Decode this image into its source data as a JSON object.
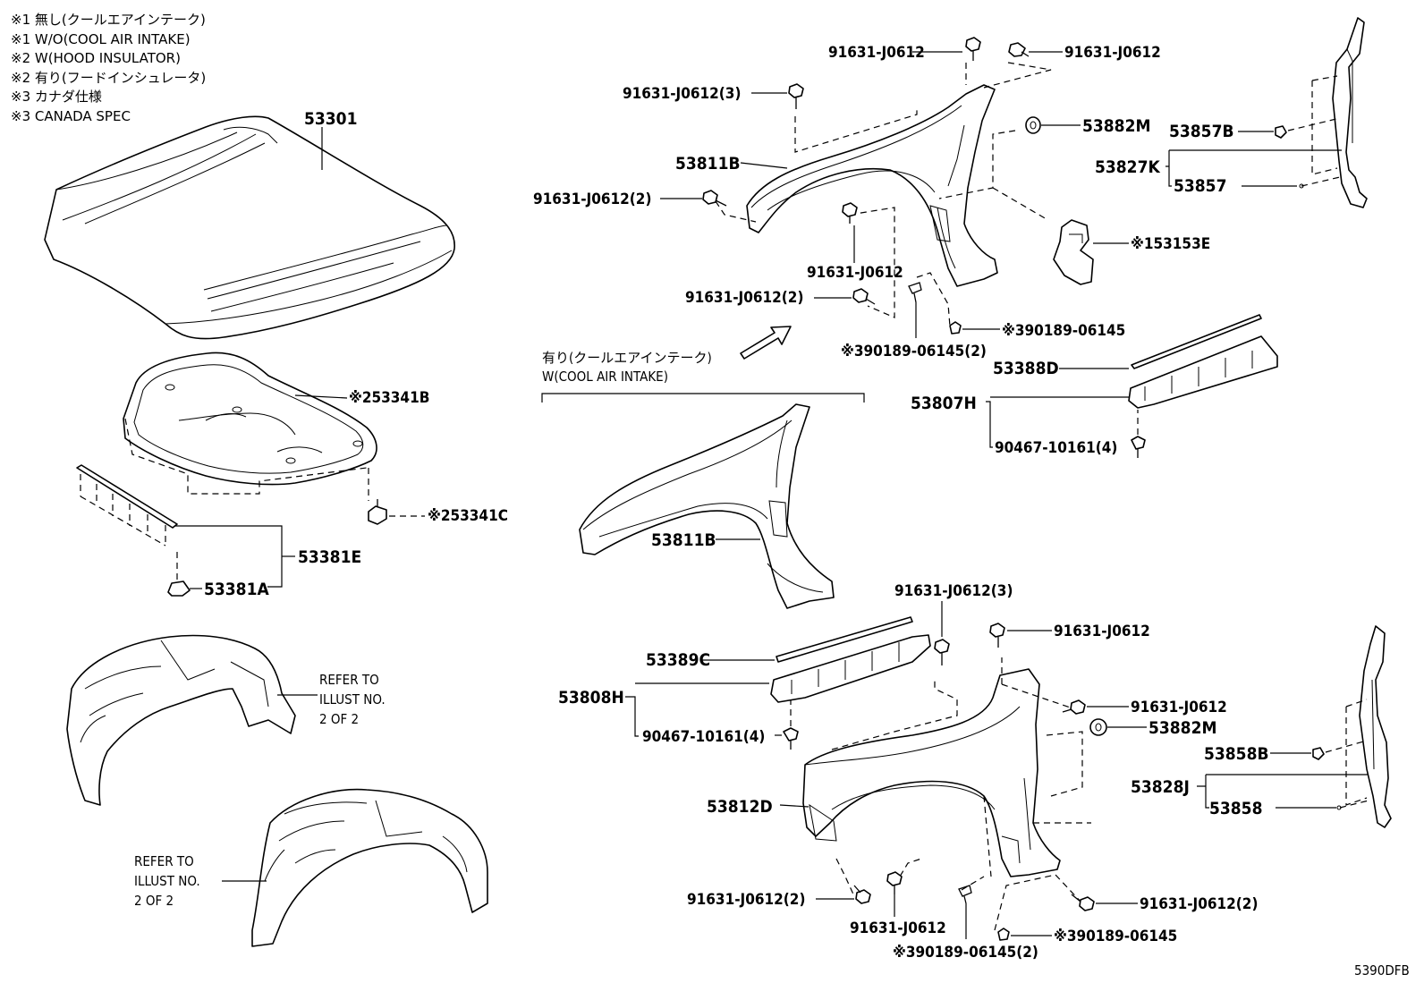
{
  "notes": [
    "※1 無し(クールエアインテーク)",
    "※1 W/O(COOL AIR INTAKE)",
    "※2 W(HOOD INSULATOR)",
    "※2 有り(フードインシュレータ)",
    "※3 カナダ仕様",
    "※3 CANADA SPEC"
  ],
  "variant_label": {
    "jp": "有り(クールエアインテーク)",
    "en": "W(COOL AIR INTAKE)"
  },
  "refer": {
    "line1": "REFER TO",
    "line2": "ILLUST NO.",
    "line3": "2 OF 2"
  },
  "labels": {
    "hood": "53301",
    "insulator": "※253341B",
    "clip_53341c": "※253341C",
    "seal_53381e": "53381E",
    "clip_53381a": "53381A",
    "bolt_top_left": "91631-J0612",
    "bolt_top_right": "91631-J0612",
    "bolt_3_top": "91631-J0612(3)",
    "washer_top": "53882M",
    "fender_top": "53811B",
    "bolt_2_left": "91631-J0612(2)",
    "bolt_mid": "91631-J0612",
    "bolt_2_lower": "91631-J0612(2)",
    "clip_canada_2": "※390189-06145(2)",
    "clip_canada": "※390189-06145",
    "cover_53153e": "※153153E",
    "pad_53857b": "53857B",
    "seal_53827k": "53827K",
    "pad_53857": "53857",
    "protector_53388d": "53388D",
    "set_53807h": "53807H",
    "clip_90467_top": "90467-10161(4)",
    "fender_variant": "53811B",
    "bolt_3_lower": "91631-J0612(3)",
    "bolt_lower_right": "91631-J0612",
    "protector_53389c": "53389C",
    "set_53808h": "53808H",
    "clip_90467_low": "90467-10161(4)",
    "bolt_lower_right2": "91631-J0612",
    "washer_lower": "53882M",
    "pad_53858b": "53858B",
    "seal_53828j": "53828J",
    "pad_53858": "53858",
    "fender_lower": "53812D",
    "bolt_bottom_2a": "91631-J0612(2)",
    "bolt_bottom": "91631-J0612",
    "clip_bottom_2": "※390189-06145(2)",
    "clip_bottom": "※390189-06145",
    "bolt_bottom_2b": "91631-J0612(2)"
  },
  "figure_code": "5390DFB"
}
